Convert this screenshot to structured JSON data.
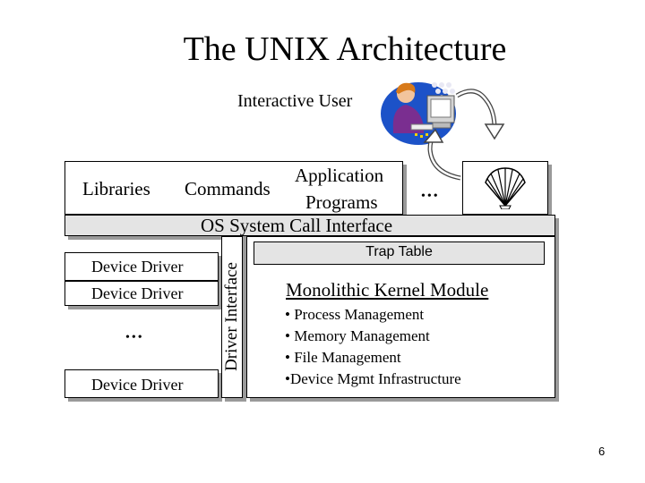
{
  "title": "The UNIX Architecture",
  "user": {
    "label": "Interactive User",
    "figure_icon": "person-at-computer-icon",
    "shell_icon": "seashell-icon"
  },
  "top_layer": {
    "libraries": "Libraries",
    "commands": "Commands",
    "application_line1": "Application",
    "application_line2": "Programs",
    "ellipsis": "•••"
  },
  "syscall_label": "OS System Call Interface",
  "drivers": {
    "items": [
      "Device Driver",
      "Device Driver",
      "Device Driver"
    ],
    "ellipsis": "•••",
    "interface_label": "Driver Interface"
  },
  "kernel": {
    "trap_table": "Trap Table",
    "title": "Monolithic Kernel Module",
    "bullets": [
      "• Process Management",
      "• Memory Management",
      "• File Management",
      "•Device Mgmt Infrastructure"
    ]
  },
  "page_number": "6"
}
